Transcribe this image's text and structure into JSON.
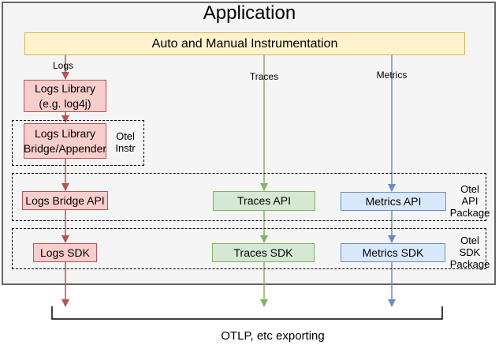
{
  "diagram": {
    "title": "Application",
    "instrumentation": {
      "label": "Auto and Manual Instrumentation"
    },
    "signals": {
      "logs": {
        "label": "Logs"
      },
      "traces": {
        "label": "Traces"
      },
      "metrics": {
        "label": "Metrics"
      }
    },
    "boxes": {
      "logs_library": {
        "line1": "Logs Library",
        "line2": "(e.g. log4j)"
      },
      "logs_bridge_appender": {
        "line1": "Logs Library",
        "line2": "Bridge/Appender"
      },
      "logs_bridge_api": {
        "label": "Logs Bridge API"
      },
      "traces_api": {
        "label": "Traces API"
      },
      "metrics_api": {
        "label": "Metrics API"
      },
      "logs_sdk": {
        "label": "Logs SDK"
      },
      "traces_sdk": {
        "label": "Traces SDK"
      },
      "metrics_sdk": {
        "label": "Metrics SDK"
      }
    },
    "groups": {
      "otel_instr": {
        "line1": "Otel",
        "line2": "Instr"
      },
      "otel_api_package": {
        "line1": "Otel",
        "line2": "API",
        "line3": "Package"
      },
      "otel_sdk_package": {
        "line1": "Otel",
        "line2": "SDK",
        "line3": "Package"
      }
    },
    "exporting": {
      "label": "OTLP, etc exporting"
    },
    "colors": {
      "logs_stroke": "#b85450",
      "logs_fill": "#f8cecc",
      "traces_stroke": "#82b366",
      "traces_fill": "#d5e8d4",
      "metrics_stroke": "#6c8ebf",
      "metrics_fill": "#dae8fc",
      "instrumentation_fill": "#fff2cc",
      "instrumentation_stroke": "#d6b656",
      "application_fill": "#f5f5f5",
      "application_stroke": "#666666",
      "group_stroke": "#000000",
      "bracket_stroke": "#000000"
    }
  }
}
